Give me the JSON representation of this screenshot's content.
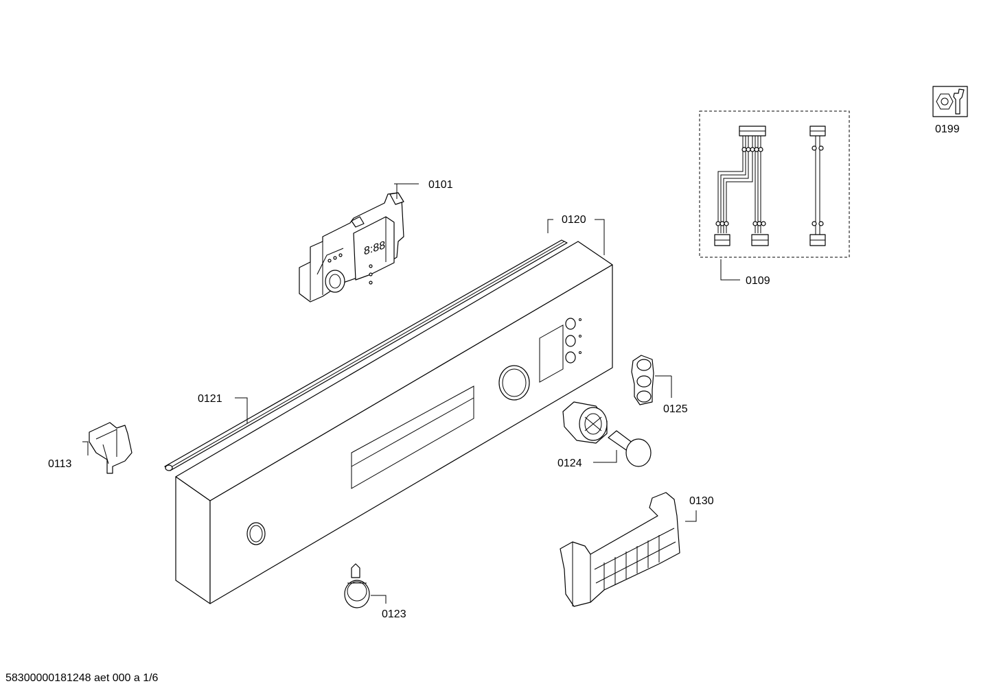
{
  "footer": "58300000181248 aet 000 a 1/6",
  "parts": [
    {
      "id": "0101"
    },
    {
      "id": "0109"
    },
    {
      "id": "0113"
    },
    {
      "id": "0120"
    },
    {
      "id": "0121"
    },
    {
      "id": "0123"
    },
    {
      "id": "0124"
    },
    {
      "id": "0125"
    },
    {
      "id": "0130"
    },
    {
      "id": "0199"
    }
  ],
  "display": {
    "digits": "8:88"
  }
}
